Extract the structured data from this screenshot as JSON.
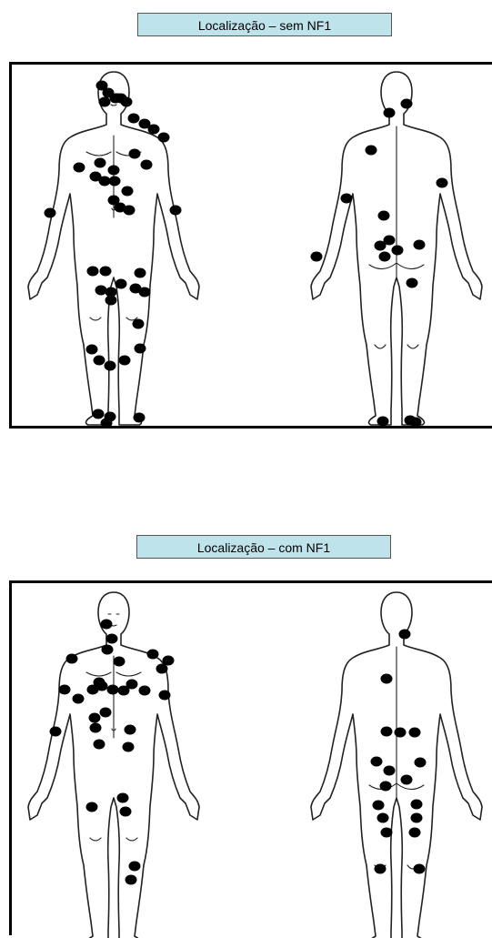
{
  "panels": [
    {
      "title": "Localização – sem NF1",
      "front_markers": [
        [
          99,
          23
        ],
        [
          106,
          31
        ],
        [
          102,
          41
        ],
        [
          114,
          37
        ],
        [
          120,
          37
        ],
        [
          126,
          41
        ],
        [
          134,
          59
        ],
        [
          146,
          65
        ],
        [
          156,
          71
        ],
        [
          167,
          80
        ],
        [
          74,
          113
        ],
        [
          97,
          108
        ],
        [
          92,
          123
        ],
        [
          102,
          128
        ],
        [
          112,
          116
        ],
        [
          113,
          128
        ],
        [
          135,
          98
        ],
        [
          148,
          110
        ],
        [
          127,
          139
        ],
        [
          112,
          149
        ],
        [
          119,
          157
        ],
        [
          129,
          160
        ],
        [
          42,
          163
        ],
        [
          180,
          160
        ],
        [
          89,
          227
        ],
        [
          103,
          227
        ],
        [
          141,
          229
        ],
        [
          98,
          248
        ],
        [
          109,
          250
        ],
        [
          120,
          241
        ],
        [
          136,
          246
        ],
        [
          146,
          250
        ],
        [
          109,
          259
        ],
        [
          139,
          285
        ],
        [
          88,
          313
        ],
        [
          141,
          312
        ],
        [
          96,
          325
        ],
        [
          108,
          331
        ],
        [
          124,
          325
        ],
        [
          95,
          384
        ],
        [
          108,
          387
        ],
        [
          104,
          394
        ],
        [
          140,
          388
        ]
      ],
      "back_markers": [
        [
          434,
          43
        ],
        [
          415,
          53
        ],
        [
          395,
          94
        ],
        [
          368,
          147
        ],
        [
          473,
          130
        ],
        [
          409,
          166
        ],
        [
          405,
          199
        ],
        [
          415,
          193
        ],
        [
          424,
          204
        ],
        [
          448,
          198
        ],
        [
          410,
          211
        ],
        [
          440,
          240
        ],
        [
          335,
          211
        ],
        [
          408,
          392
        ],
        [
          438,
          391
        ],
        [
          444,
          393
        ]
      ]
    },
    {
      "title": "Localização – com NF1",
      "front_markers": [
        [
          104,
          45
        ],
        [
          110,
          61
        ],
        [
          66,
          83
        ],
        [
          105,
          73
        ],
        [
          118,
          86
        ],
        [
          155,
          78
        ],
        [
          165,
          94
        ],
        [
          172,
          85
        ],
        [
          58,
          117
        ],
        [
          73,
          127
        ],
        [
          96,
          109
        ],
        [
          89,
          117
        ],
        [
          99,
          113
        ],
        [
          111,
          117
        ],
        [
          123,
          118
        ],
        [
          132,
          111
        ],
        [
          146,
          118
        ],
        [
          91,
          148
        ],
        [
          103,
          142
        ],
        [
          168,
          123
        ],
        [
          48,
          163
        ],
        [
          92,
          159
        ],
        [
          130,
          161
        ],
        [
          96,
          177
        ],
        [
          128,
          180
        ],
        [
          88,
          246
        ],
        [
          122,
          236
        ],
        [
          125,
          251
        ],
        [
          135,
          311
        ],
        [
          131,
          326
        ]
      ],
      "back_markers": [
        [
          432,
          56
        ],
        [
          412,
          105
        ],
        [
          412,
          163
        ],
        [
          427,
          164
        ],
        [
          443,
          164
        ],
        [
          401,
          196
        ],
        [
          415,
          206
        ],
        [
          411,
          223
        ],
        [
          449,
          197
        ],
        [
          434,
          216
        ],
        [
          403,
          244
        ],
        [
          445,
          243
        ],
        [
          445,
          258
        ],
        [
          443,
          274
        ],
        [
          408,
          258
        ],
        [
          412,
          274
        ],
        [
          405,
          314
        ],
        [
          448,
          314
        ]
      ]
    }
  ]
}
